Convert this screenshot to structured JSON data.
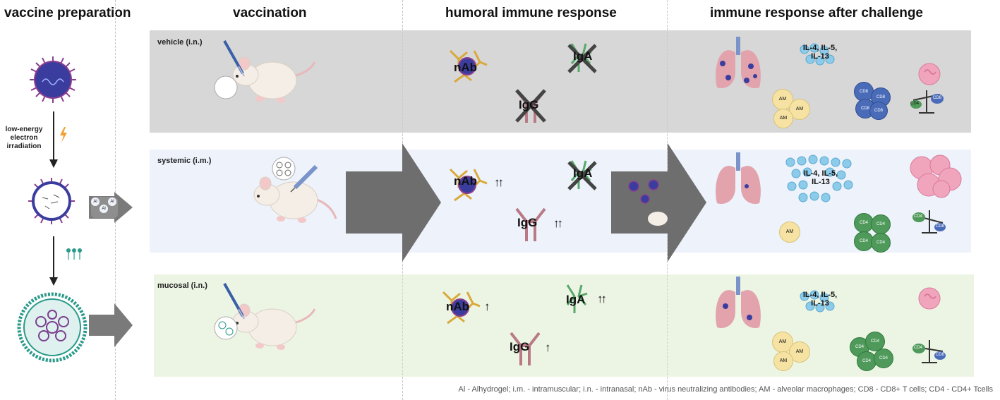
{
  "columns": {
    "prep": "vaccine preparation",
    "vaccination": "vaccination",
    "humoral": "humoral immune response",
    "challenge": "immune response after challenge"
  },
  "prep_steps": {
    "irradiation": "low-energy\nelectron\nirradiation",
    "adjuvant_tag": "Al"
  },
  "rows": [
    {
      "label": "vehicle (i.n.)",
      "nab": "nAb",
      "nab_arrows": "",
      "iga": "IgA",
      "iga_arrows": "",
      "igg": "IgG",
      "igg_arrows": "",
      "il": "IL-4, IL-5,\nIL-13",
      "am": "AM",
      "t_cells": "CD8",
      "balance_left": "CD4",
      "balance_right": "CD8"
    },
    {
      "label": "systemic (i.m.)",
      "nab": "nAb",
      "nab_arrows": "↑↑",
      "iga": "IgA",
      "iga_arrows": "",
      "igg": "IgG",
      "igg_arrows": "↑↑",
      "il": "IL-4, IL-5,\nIL-13",
      "am": "AM",
      "t_cells": "CD4",
      "balance_left": "CD4",
      "balance_right": "CD8"
    },
    {
      "label": "mucosal (i.n.)",
      "nab": "nAb",
      "nab_arrows": "↑",
      "iga": "IgA",
      "iga_arrows": "↑↑",
      "igg": "IgG",
      "igg_arrows": "↑",
      "il": "IL-4, IL-5,\nIL-13",
      "am": "AM",
      "t_cells": "CD4",
      "balance_left": "CD4",
      "balance_right": "CD8"
    }
  ],
  "footnote": "Al - Alhydrogel; i.m. - intramuscular; i.n. - intranasal; nAb - virus neutralizing antibodies;  AM - alveolar macrophages; CD8 - CD8+ T cells; CD4 - CD4+ Tcells",
  "colors": {
    "band_vehicle": "#d7d7d7",
    "band_systemic": "#edf2fb",
    "band_mucosal": "#ecf5e4",
    "big_arrow": "#6e6e6e",
    "virus": "#3b3d9e",
    "antibody_nab": "#d9a93a",
    "antibody_igg": "#b97a86",
    "antibody_iga": "#58a86a",
    "lung": "#e2a3ad",
    "cytokine": "#8ccbea",
    "macrophage": "#f6e3a3",
    "cd8": "#4a6cb8",
    "cd4": "#4f9a5b",
    "eosinophil": "#f0a5bd"
  }
}
